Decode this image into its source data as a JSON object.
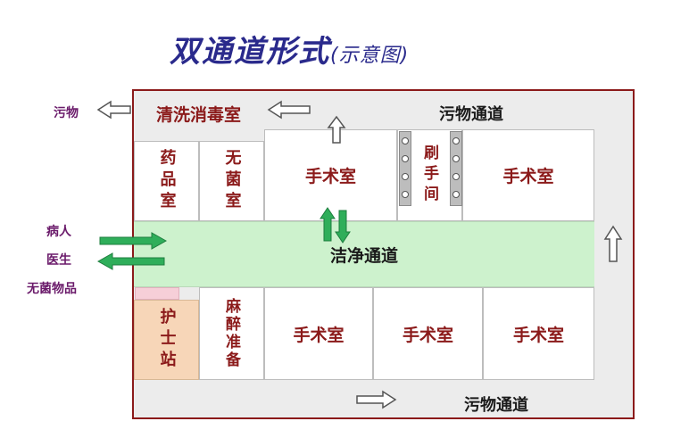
{
  "title": {
    "main": "双通道形式",
    "sub": "(示意图)"
  },
  "left_labels": {
    "waste": "污物",
    "patient": "病人",
    "doctor": "医生",
    "sterile": "无菌物品"
  },
  "corridor_top": "污物通道",
  "corridor_bottom": "污物通道",
  "clean_corridor": "洁净通道",
  "rooms": {
    "disinfection": "清洗消毒室",
    "pharmacy": "药品室",
    "sterile_room": "无菌室",
    "or_top_left": "手术室",
    "scrub": "刷手间",
    "or_top_right": "手术室",
    "nurse_station": "护士站",
    "anesthesia_prep": "麻醉准备",
    "or_bottom_1": "手术室",
    "or_bottom_2": "手术室",
    "or_bottom_3": "手术室"
  },
  "colors": {
    "frame": "#8b1a1a",
    "clean_corridor": "#cdf2cd",
    "arrow_green": "#2fae5a",
    "nurse": "#f7d6b8"
  }
}
